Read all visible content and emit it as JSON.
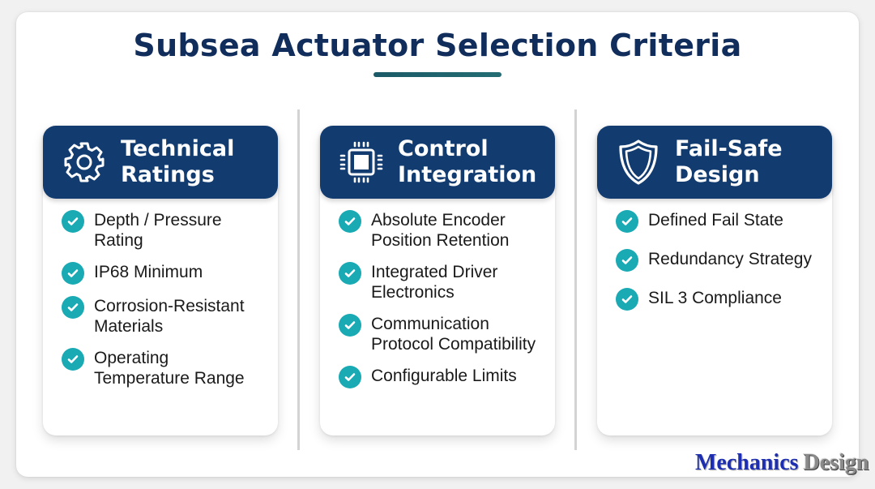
{
  "title": "Subsea Actuator Selection Criteria",
  "colors": {
    "title": "#112d5c",
    "header_bg": "#123b70",
    "check": "#19aab4",
    "underline": "#1b5a68"
  },
  "columns": [
    {
      "icon": "gear-icon",
      "title_line1": "Technical",
      "title_line2": "Ratings",
      "items": [
        {
          "line1": "Depth / Pressure",
          "line2": "Rating"
        },
        {
          "line1": "IP68 Minimum",
          "line2": ""
        },
        {
          "line1": "Corrosion-Resistant",
          "line2": "Materials"
        },
        {
          "line1": "Operating",
          "line2": "Temperature Range"
        }
      ]
    },
    {
      "icon": "chip-icon",
      "title_line1": "Control",
      "title_line2": "Integration",
      "items": [
        {
          "line1": "Absolute Encoder",
          "line2": "Position Retention"
        },
        {
          "line1": "Integrated Driver",
          "line2": "Electronics"
        },
        {
          "line1": "Communication",
          "line2": "Protocol Compatibility"
        },
        {
          "line1": "Configurable Limits",
          "line2": ""
        }
      ]
    },
    {
      "icon": "shield-icon",
      "title_line1": "Fail-Safe",
      "title_line2": "Design",
      "items": [
        {
          "line1": "Defined Fail State",
          "line2": ""
        },
        {
          "line1": "Redundancy Strategy",
          "line2": ""
        },
        {
          "line1": "SIL 3 Compliance",
          "line2": ""
        }
      ]
    }
  ],
  "logo": {
    "part1": "Mechanics",
    "part2": "Design"
  }
}
